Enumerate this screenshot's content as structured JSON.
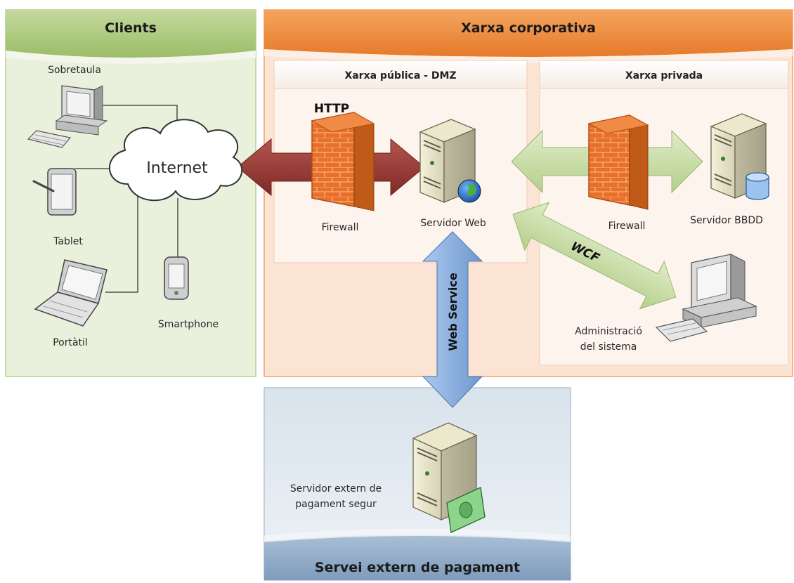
{
  "zones": {
    "clients_title": "Clients",
    "corporate_title": "Xarxa corporativa",
    "dmz_title": "Xarxa pública - DMZ",
    "private_title": "Xarxa privada",
    "payment_title": "Servei extern de pagament"
  },
  "nodes": {
    "desktop": "Sobretaula",
    "tablet": "Tablet",
    "laptop": "Portàtil",
    "smartphone": "Smartphone",
    "internet": "Internet",
    "firewall_dmz": "Firewall",
    "web_server": "Servidor Web",
    "firewall_private": "Firewall",
    "db_server": "Servidor BBDD",
    "admin_line1": "Administració",
    "admin_line2": "del sistema",
    "payment_line1": "Servidor extern de",
    "payment_line2": "pagament segur"
  },
  "protocols": {
    "http": "HTTP",
    "wcf": "WCF",
    "web_service": "Web Service"
  },
  "colors": {
    "clients_fill": "#e8f0dc",
    "clients_header": "#a9c57a",
    "corporate_fill": "#fbe3d2",
    "corporate_header": "#ec8a3c",
    "payment_fill": "#dde6ee",
    "payment_header": "#8fa9c4",
    "http_arrow": "#9b3a34",
    "green_arrow": "#c8dcaa",
    "blue_arrow": "#8fb3e0",
    "firewall": "#e8702a"
  }
}
